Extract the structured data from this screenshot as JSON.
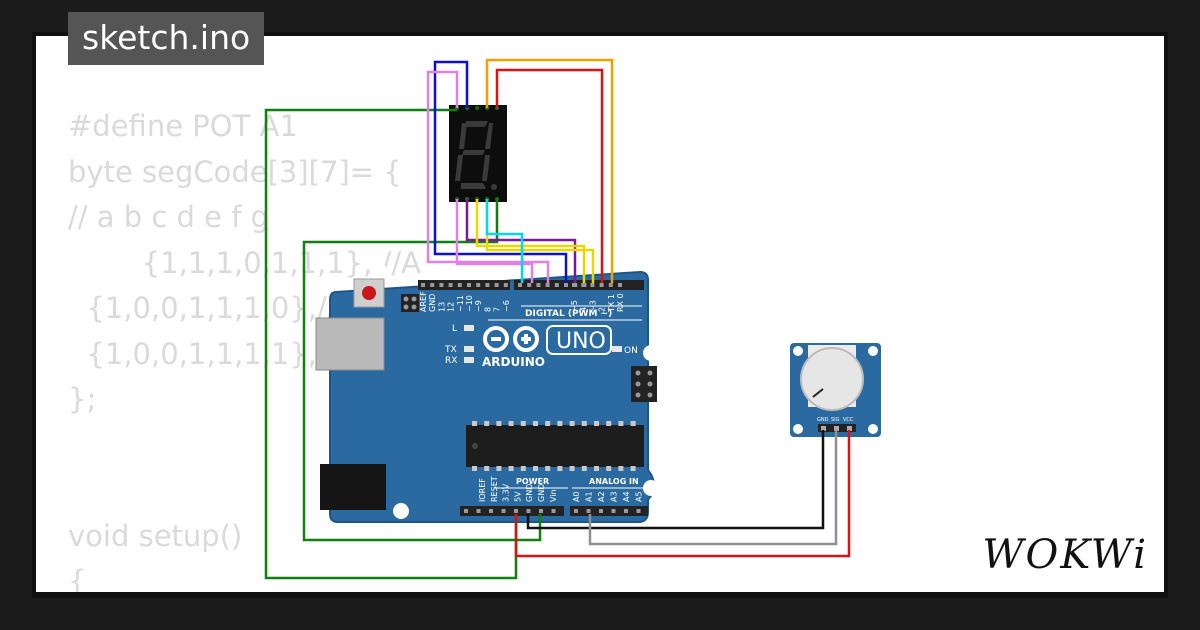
{
  "title": "sketch.ino",
  "code_lines": [
    "#define POT A1",
    "byte segCode[3][7]= {",
    "// a b c d e f g",
    "        {1,1,1,0,1,1,1}, //A",
    "  {1,0,0,1,1,1,0},//C",
    "  {1,0,0,1,1,1,1},//E",
    "};",
    "",
    "",
    "void setup()",
    "{"
  ],
  "logo_text": "WOKWi",
  "board": {
    "brand": "ARDUINO",
    "model": "UNO",
    "on_label": "ON",
    "digital_label": "DIGITAL (PWM ~)",
    "power_label": "POWER",
    "analog_label": "ANALOG IN",
    "led_labels": [
      "L",
      "TX",
      "RX"
    ],
    "digital_pins": [
      "AREF",
      "GND",
      "13",
      "12",
      "~11",
      "~10",
      "~9",
      "8",
      "7",
      "~6",
      "~5",
      "4",
      "~3",
      "2",
      "TX 1",
      "RX 0"
    ],
    "power_pins": [
      "IOREF",
      "RESET",
      "3.3V",
      "5V",
      "GND",
      "GND",
      "Vin"
    ],
    "analog_pins": [
      "A0",
      "A1",
      "A2",
      "A3",
      "A4",
      "A5"
    ]
  },
  "potentiometer": {
    "pin_labels": [
      "GND",
      "SIG",
      "VCC"
    ]
  },
  "colors": {
    "board_blue": "#2a6aa0",
    "wire_green": "#118011",
    "wire_blue": "#1010cc",
    "wire_orange": "#f0a000",
    "wire_red": "#dd1111",
    "wire_violet": "#e080e0",
    "wire_purple": "#7a1a9a",
    "wire_yellow": "#e8d800",
    "wire_cyan": "#00d8f0",
    "wire_black": "#111111",
    "wire_gray": "#909090"
  }
}
